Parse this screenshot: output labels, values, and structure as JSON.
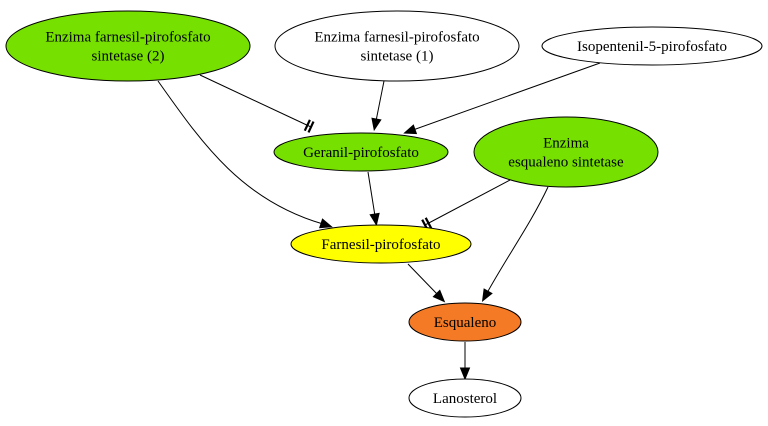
{
  "nodes": {
    "enzima_fps2": {
      "lines": [
        "Enzima farnesil-pirofosfato",
        "sintetase (2)"
      ],
      "fill": "#76e000"
    },
    "enzima_fps1": {
      "lines": [
        "Enzima farnesil-pirofosfato",
        "sintetase (1)"
      ],
      "fill": "#ffffff"
    },
    "isopentenil": {
      "lines": [
        "Isopentenil-5-pirofosfato"
      ],
      "fill": "#ffffff"
    },
    "geranil": {
      "lines": [
        "Geranil-pirofosfato"
      ],
      "fill": "#76e000"
    },
    "enzima_esq": {
      "lines": [
        "Enzima",
        "esqualeno sintetase"
      ],
      "fill": "#76e000"
    },
    "farnesil": {
      "lines": [
        "Farnesil-pirofosfato"
      ],
      "fill": "#ffff00"
    },
    "esqualeno": {
      "lines": [
        "Esqualeno"
      ],
      "fill": "#f57a25"
    },
    "lanosterol": {
      "lines": [
        "Lanosterol"
      ],
      "fill": "#ffffff"
    }
  },
  "edges": [
    {
      "from": "enzima_fps2",
      "to": "geranil",
      "arrow": "tee"
    },
    {
      "from": "enzima_fps1",
      "to": "geranil",
      "arrow": "normal"
    },
    {
      "from": "isopentenil",
      "to": "geranil",
      "arrow": "normal"
    },
    {
      "from": "enzima_fps2",
      "to": "farnesil",
      "arrow": "normal"
    },
    {
      "from": "geranil",
      "to": "farnesil",
      "arrow": "normal"
    },
    {
      "from": "enzima_esq",
      "to": "farnesil",
      "arrow": "tee"
    },
    {
      "from": "farnesil",
      "to": "esqualeno",
      "arrow": "normal"
    },
    {
      "from": "enzima_esq",
      "to": "esqualeno",
      "arrow": "normal"
    },
    {
      "from": "esqualeno",
      "to": "lanosterol",
      "arrow": "normal"
    }
  ]
}
